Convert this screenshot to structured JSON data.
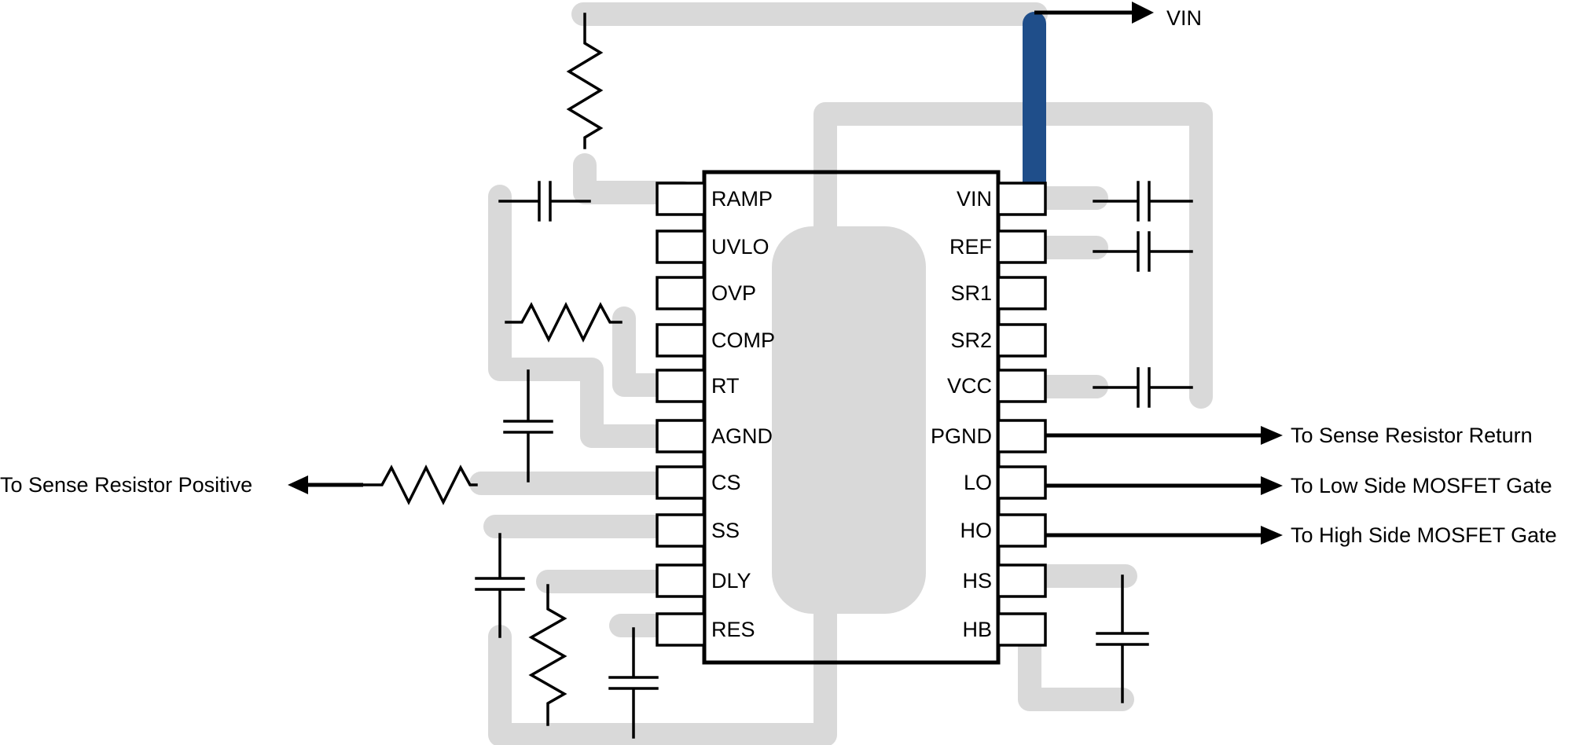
{
  "ic": {
    "left_pins": [
      "RAMP",
      "UVLO",
      "OVP",
      "COMP",
      "RT",
      "AGND",
      "CS",
      "SS",
      "DLY",
      "RES"
    ],
    "right_pins": [
      "VIN",
      "REF",
      "SR1",
      "SR2",
      "VCC",
      "PGND",
      "LO",
      "HO",
      "HS",
      "HB"
    ]
  },
  "nets": {
    "vin": "VIN",
    "sense_positive": "To  Sense Resistor Positive",
    "sense_return": "To  Sense Resistor Return",
    "low_side_gate": "To Low Side MOSFET Gate",
    "high_side_gate": "To High Side MOSFET Gate"
  },
  "colors": {
    "trace": "#d9d9d9",
    "vin_trace": "#1f4e8a",
    "ink": "#000000"
  }
}
